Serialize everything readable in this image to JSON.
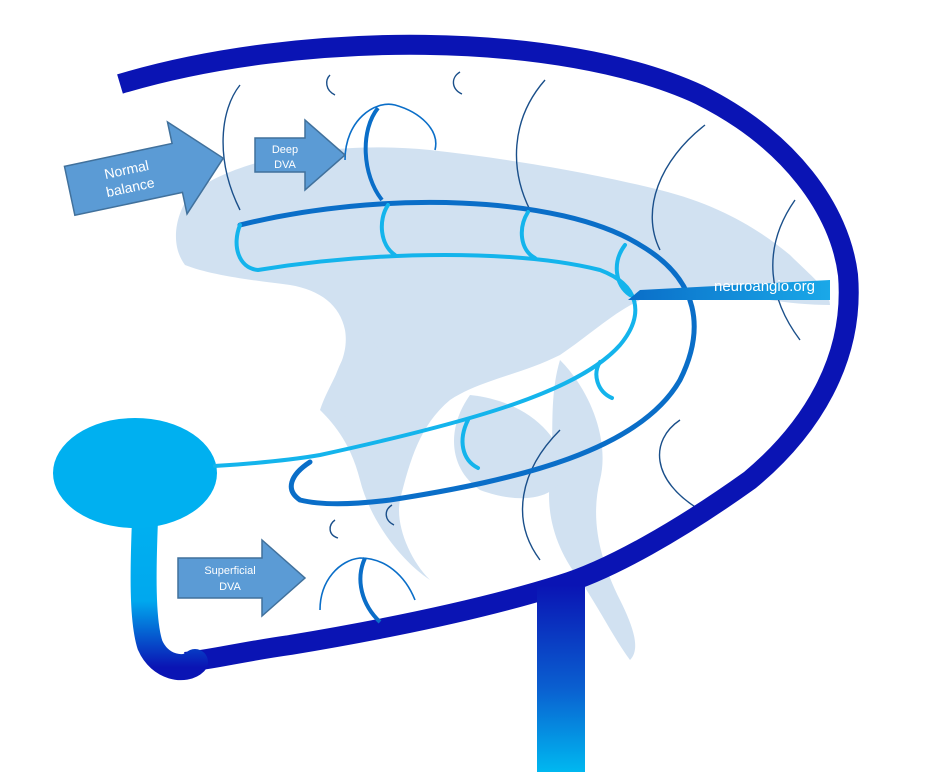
{
  "labels": {
    "normal_balance_line1": "Normal",
    "normal_balance_line2": "balance",
    "deep_dva_line1": "Deep",
    "deep_dva_line2": "DVA",
    "superficial_dva_line1": "Superficial",
    "superficial_dva_line2": "DVA",
    "watermark": "neuroangio.org"
  },
  "colors": {
    "outer_vein": "#0a14b4",
    "inner_vein_dark": "#0a6ec8",
    "inner_vein_light": "#14b4ec",
    "sinus_fill": "#00b0f0",
    "arrow_fill": "#5b9bd5",
    "arrow_stroke": "#41719c",
    "thin_veins": "#1a4f8a",
    "brain_shadow": "#c9dcef"
  }
}
